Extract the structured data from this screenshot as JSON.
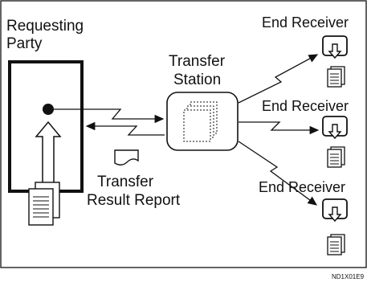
{
  "requesting_party": {
    "line1": "Requesting",
    "line2": "Party"
  },
  "transfer_station": {
    "line1": "Transfer",
    "line2": "Station"
  },
  "end_receivers": [
    {
      "label": "End Receiver"
    },
    {
      "label": "End Receiver"
    },
    {
      "label": "End Receiver"
    }
  ],
  "report": {
    "line1": "Transfer",
    "line2": "Result Report"
  },
  "figure_code": "ND1X01E9"
}
